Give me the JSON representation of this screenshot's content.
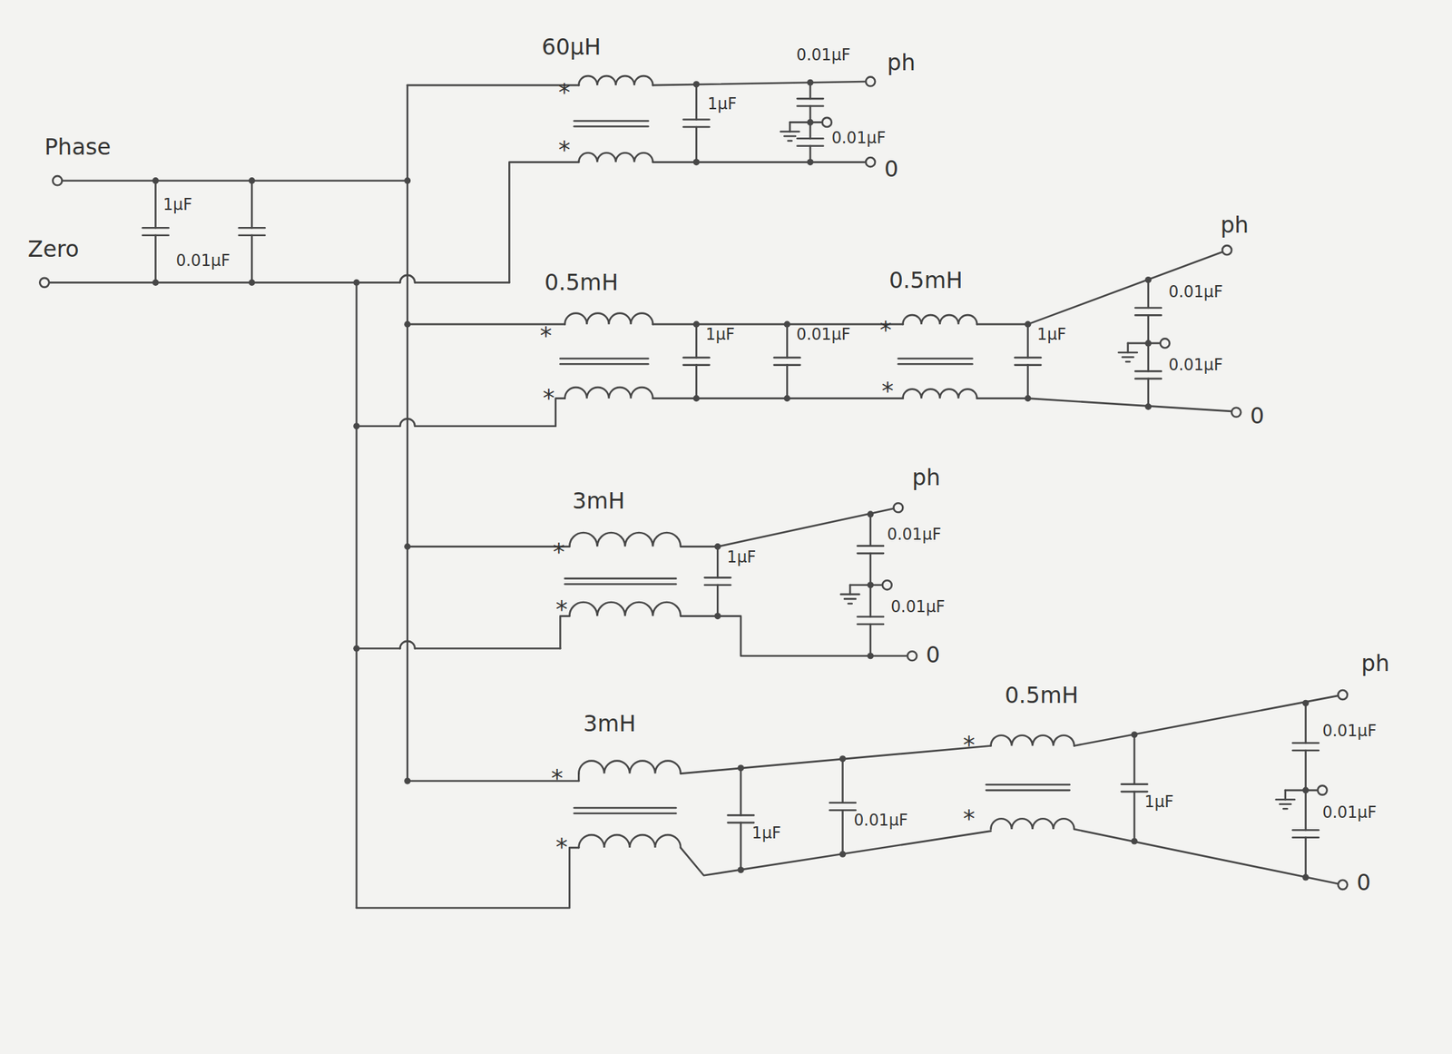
{
  "diagram": {
    "labels": [
      "Phase",
      "Zero",
      "1μF",
      "0.01μF",
      "60μH",
      "*",
      "*",
      "0.01μF",
      "ph",
      "1μF",
      "0.01μF",
      "0",
      "0.5mH",
      "*",
      "*",
      "1μF",
      "0.01μF",
      "0.5mH",
      "*",
      "*",
      "1μF",
      "ph",
      "0.01μF",
      "0.01μF",
      "0",
      "3mH",
      "*",
      "*",
      "ph",
      "1μF",
      "0.01μF",
      "0.01μF",
      "0",
      "3mH",
      "*",
      "*",
      "1μF",
      "0.01μF",
      "0.5mH",
      "*",
      "*",
      "1μF",
      "ph",
      "0.01μF",
      "0.01μF",
      "0"
    ]
  }
}
